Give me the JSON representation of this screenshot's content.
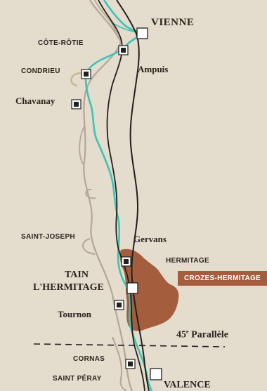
{
  "colors": {
    "background": "#e4dccd",
    "river": "#3cc4b6",
    "appellation_fill": "#a45d3d",
    "road": "#231f1d",
    "secondary_road": "#b3a696",
    "water_light": "#c6b58f"
  },
  "cities": {
    "vienne": "VIENNE",
    "tain": "TAIN",
    "lhermitage": "L'HERMITAGE",
    "valence": "VALENCE"
  },
  "towns": {
    "ampuis": "Ampuis",
    "chavanay": "Chavanay",
    "gervans": "Gervans",
    "tournon": "Tournon"
  },
  "appellations": {
    "cote_rotie": "CÔTE-RÔTIE",
    "condrieu": "CONDRIEU",
    "saint_joseph": "SAINT-JOSEPH",
    "hermitage": "HERMITAGE",
    "crozes_hermitage": "CROZES-HERMITAGE",
    "cornas": "CORNAS",
    "saint_peray": "SAINT PÉRAY"
  },
  "parallel": {
    "number": "45",
    "superscript": "e",
    "text": "Parallèle"
  }
}
